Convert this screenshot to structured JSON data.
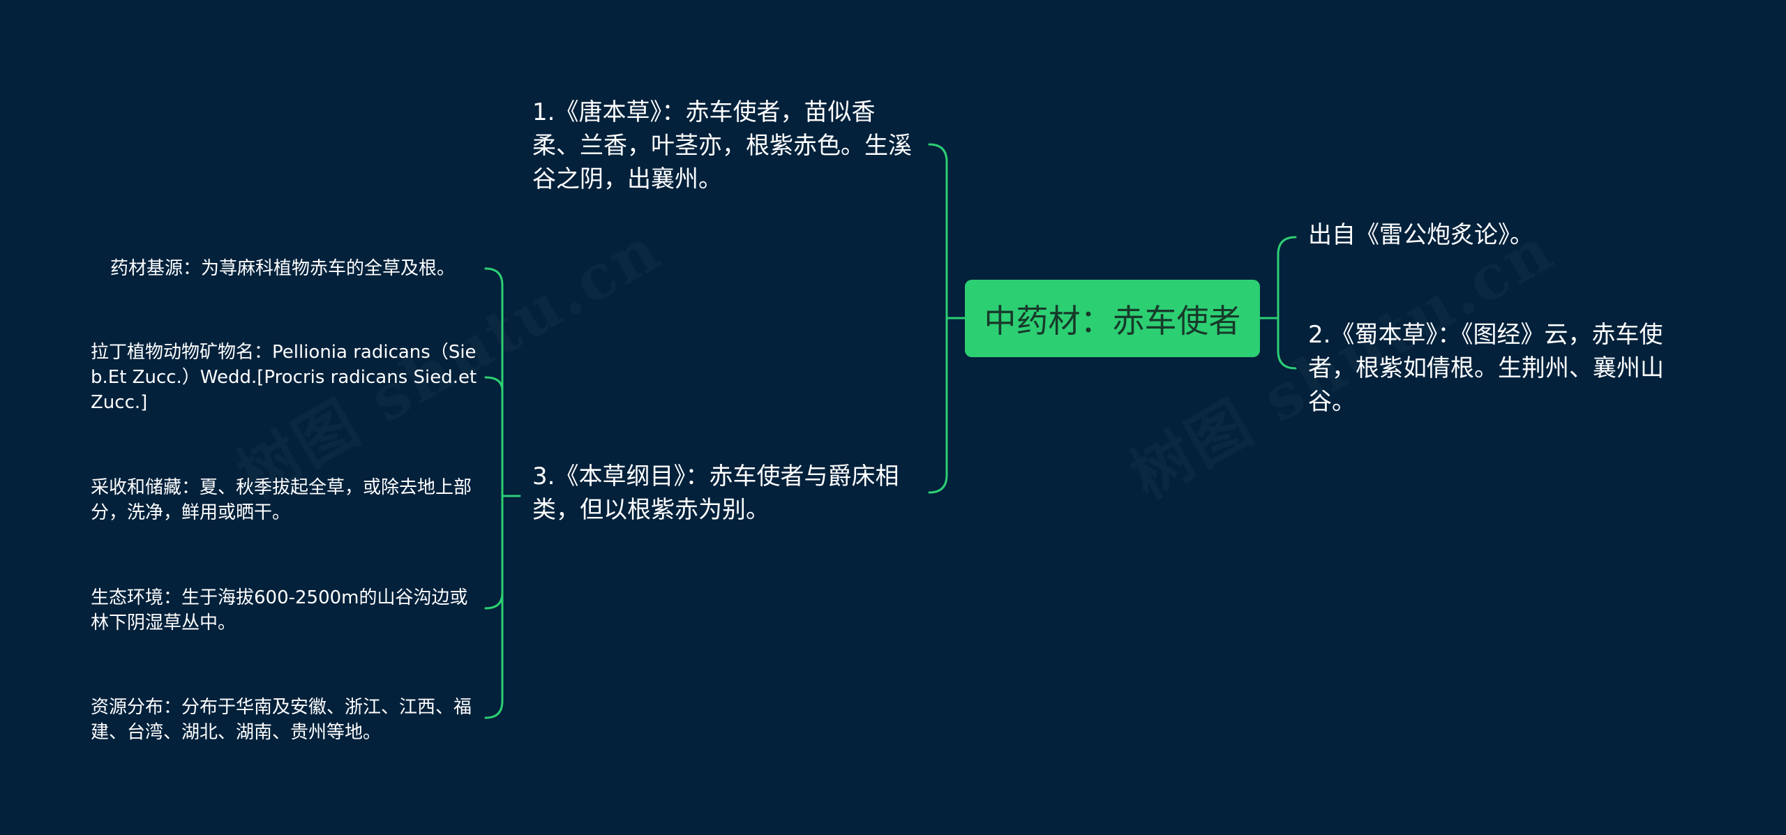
{
  "root": {
    "label": "中药材：赤车使者"
  },
  "right_branches": [
    "出自《雷公炮炙论》。",
    "2.《蜀本草》：《图经》云，赤车使者，根紫如倩根。生荆州、襄州山谷。"
  ],
  "left_branches": [
    {
      "text": "1.《唐本草》：赤车使者，苗似香柔、兰香，叶茎亦，根紫赤色。生溪谷之阴，出襄州。",
      "children": []
    },
    {
      "text": "3.《本草纲目》：赤车使者与爵床相类，但以根紫赤为别。",
      "children": [
        "药材基源：为荨麻科植物赤车的全草及根。",
        "拉丁植物动物矿物名：Pellionia radicans（Sieb.Et Zucc.）Wedd.[Procris radicans Sied.et Zucc.]",
        "采收和储藏：夏、秋季拔起全草，或除去地上部分，洗净，鲜用或晒干。",
        "生态环境：生于海拔600-2500m的山谷沟边或林下阴湿草丛中。",
        "资源分布：分布于华南及安徽、浙江、江西、福建、台湾、湖北、湖南、贵州等地。"
      ]
    }
  ],
  "colors": {
    "background": "#03213b",
    "connector": "#2dcf73",
    "root_fill": "#2dcf73",
    "root_text": "#173a2a",
    "text": "#ffffff"
  }
}
